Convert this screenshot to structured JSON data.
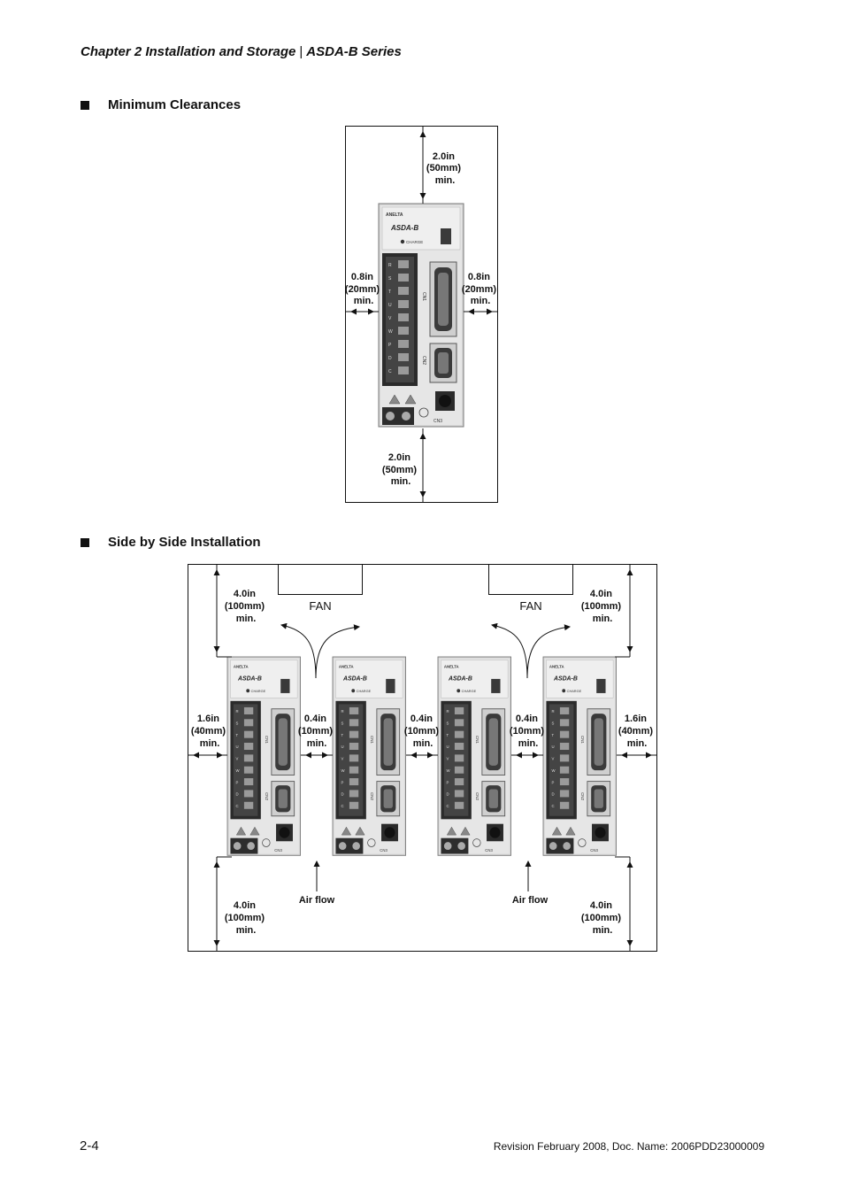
{
  "header": {
    "chapter": "Chapter 2  Installation and Storage",
    "separator": "|",
    "series": "ASDA-B Series"
  },
  "sections": {
    "min_clearances": "Minimum Clearances",
    "side_by_side": "Side by Side Installation"
  },
  "diagram1": {
    "top": [
      "2.0in",
      "(50mm)",
      "min."
    ],
    "left": [
      "0.8in",
      "(20mm)",
      "min."
    ],
    "right": [
      "0.8in",
      "(20mm)",
      "min."
    ],
    "bottom": [
      "2.0in",
      "(50mm)",
      "min."
    ]
  },
  "diagram2": {
    "top_left": [
      "4.0in",
      "(100mm)",
      "min."
    ],
    "top_right": [
      "4.0in",
      "(100mm)",
      "min."
    ],
    "fan_left": "FAN",
    "fan_right": "FAN",
    "side_left": [
      "1.6in",
      "(40mm)",
      "min."
    ],
    "gap1": [
      "0.4in",
      "(10mm)",
      "min."
    ],
    "gap2": [
      "0.4in",
      "(10mm)",
      "min."
    ],
    "gap3": [
      "0.4in",
      "(10mm)",
      "min."
    ],
    "side_right": [
      "1.6in",
      "(40mm)",
      "min."
    ],
    "airflow_left": "Air flow",
    "airflow_right": "Air flow",
    "bottom_left": [
      "4.0in",
      "(100mm)",
      "min."
    ],
    "bottom_right": [
      "4.0in",
      "(100mm)",
      "min."
    ]
  },
  "drive": {
    "brand": "ANELTA",
    "model": "ASDA-B",
    "charge": "CHARGE",
    "terminals": [
      "R",
      "S",
      "T",
      "U",
      "V",
      "W",
      "P",
      "D",
      "C"
    ],
    "cn1": "CN1",
    "cn2": "CN2",
    "cn3": "CN3"
  },
  "footer": {
    "page": "2-4",
    "revision": "Revision February 2008, Doc. Name: 2006PDD23000009"
  }
}
